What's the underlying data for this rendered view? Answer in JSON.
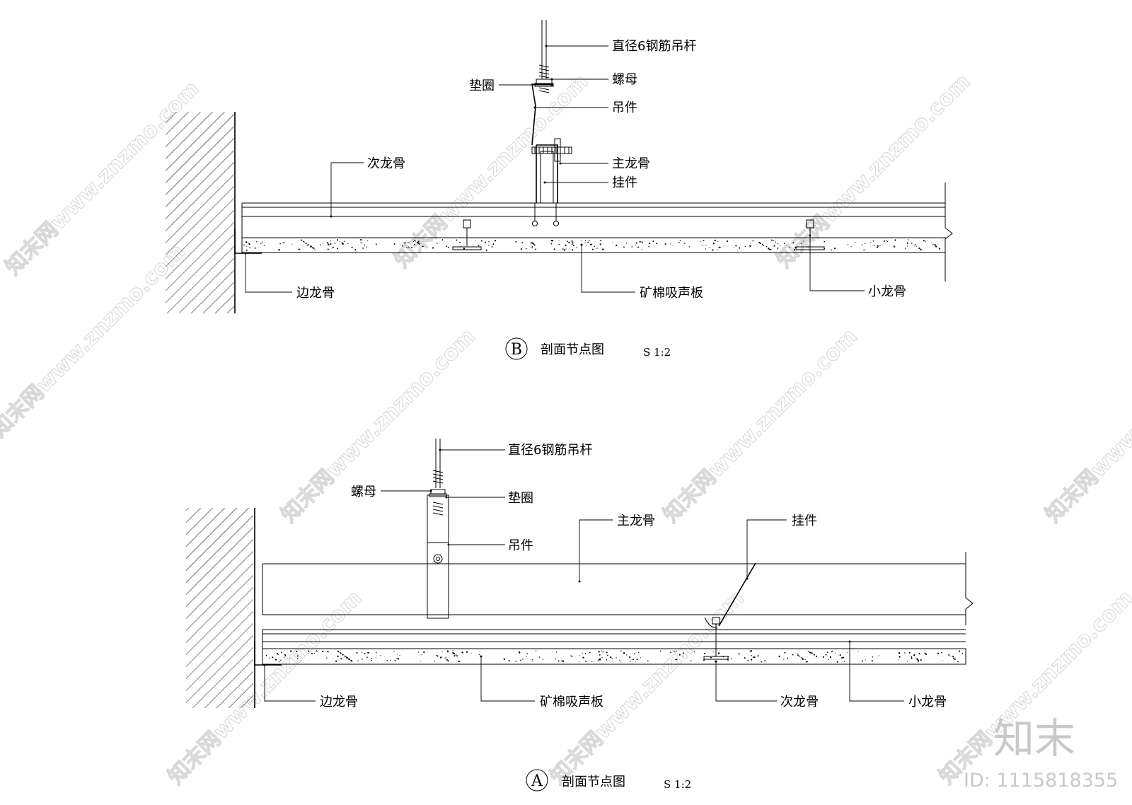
{
  "watermark": {
    "text": "知末网www.znzmo.com",
    "brand": "知末",
    "id": "ID: 1115818355"
  },
  "detail_b": {
    "circle_letter": "B",
    "title": "剖面节点图",
    "scale": "S 1:2",
    "labels": {
      "rod": "直径6钢筋吊杆",
      "nut": "螺母",
      "washer": "垫圈",
      "hanger": "吊件",
      "main_keel": "主龙骨",
      "clip": "挂件",
      "secondary_keel": "次龙骨",
      "edge_keel": "边龙骨",
      "board": "矿棉吸声板",
      "small_keel": "小龙骨"
    }
  },
  "detail_a": {
    "circle_letter": "A",
    "title": "剖面节点图",
    "scale": "S 1:2",
    "labels": {
      "rod": "直径6钢筋吊杆",
      "nut": "螺母",
      "washer": "垫圈",
      "hanger": "吊件",
      "main_keel": "主龙骨",
      "clip": "挂件",
      "edge_keel": "边龙骨",
      "board": "矿棉吸声板",
      "secondary_keel": "次龙骨",
      "small_keel": "小龙骨"
    }
  },
  "colors": {
    "line": "#000000",
    "watermark": "#d8d8d8",
    "background": "#ffffff"
  }
}
